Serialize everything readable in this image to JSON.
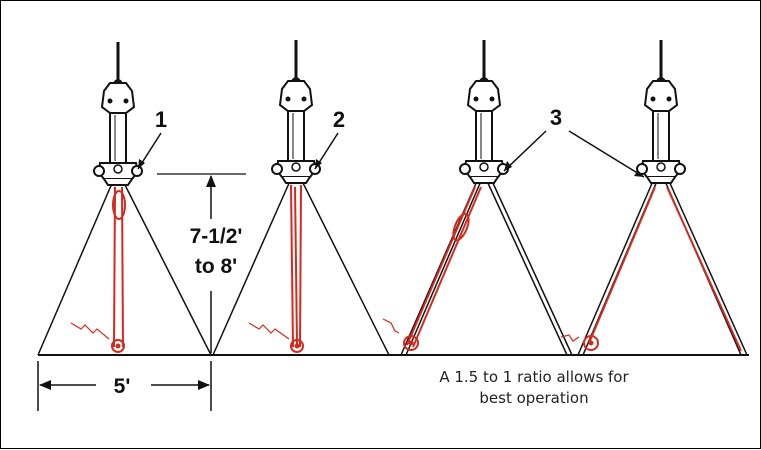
{
  "diagram": {
    "callouts": [
      "1",
      "2",
      "3"
    ],
    "height_label_line1": "7-1/2'",
    "height_label_line2": "to 8'",
    "width_label": "5'",
    "note_line1": "A 1.5 to 1 ratio allows for",
    "note_line2": "best operation",
    "colors": {
      "line": "#111111",
      "sling": "#d42a1e"
    }
  }
}
